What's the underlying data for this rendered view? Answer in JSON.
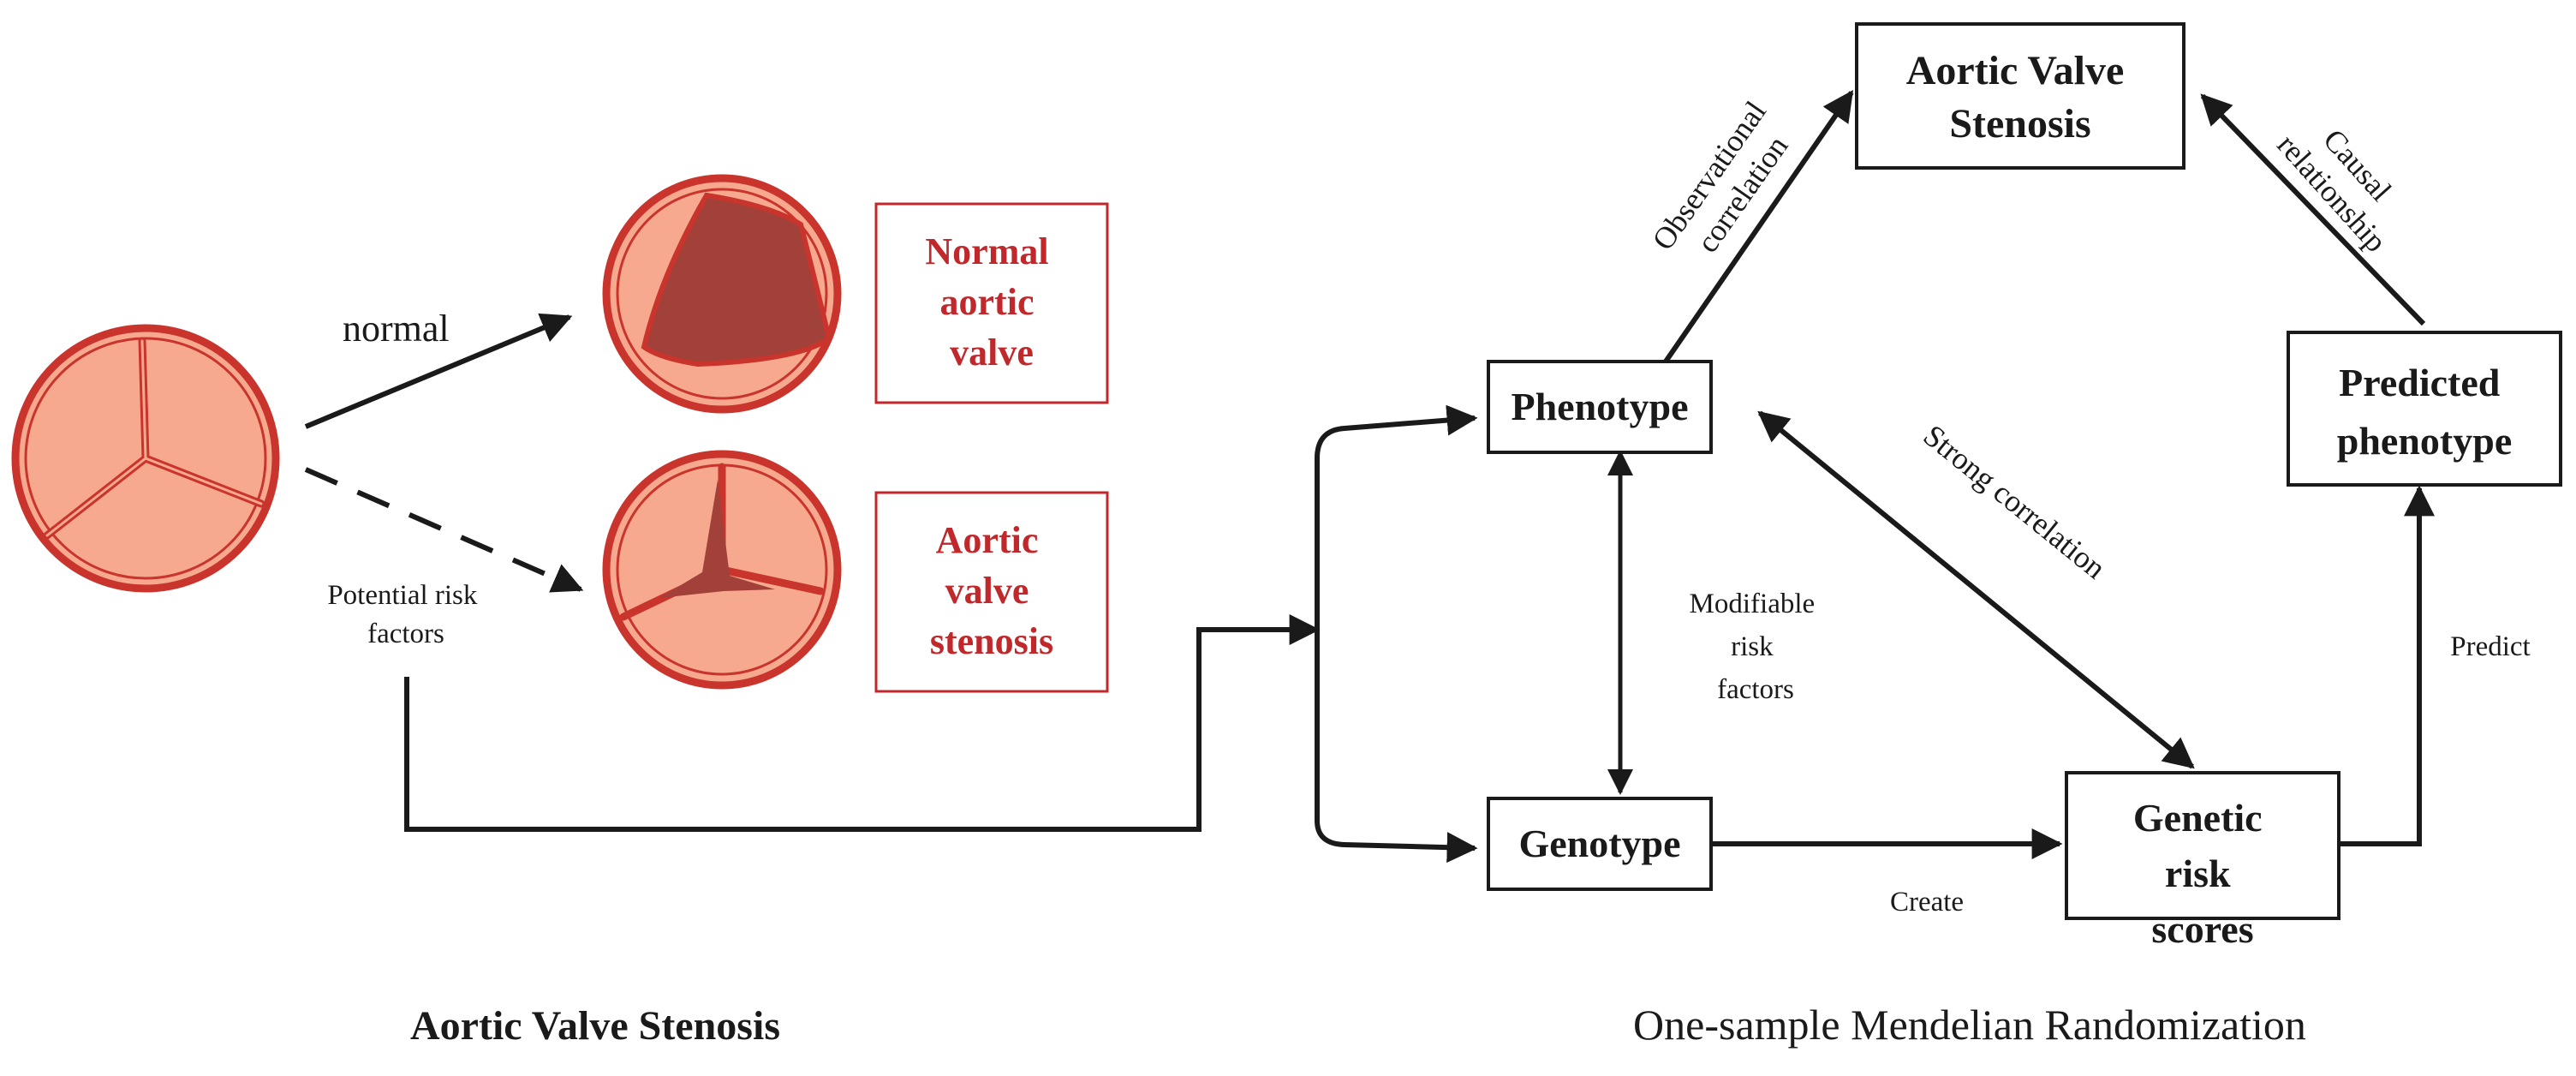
{
  "left": {
    "arrow_normal_label": "normal",
    "arrow_risk_label": [
      "Potential risk",
      "factors"
    ],
    "normal_box": [
      "Normal",
      "aortic",
      "valve"
    ],
    "stenosis_box": [
      "Aortic",
      "valve",
      "stenosis"
    ],
    "caption": "Aortic Valve Stenosis"
  },
  "right": {
    "aortic_valve_stenosis": [
      "Aortic Valve",
      "Stenosis"
    ],
    "phenotype": "Phenotype",
    "genotype": "Genotype",
    "predicted_phenotype": [
      "Predicted",
      "phenotype"
    ],
    "genetic_risk_scores": [
      "Genetic",
      "risk",
      "scores"
    ],
    "observational_correlation": [
      "Observational",
      "correlation"
    ],
    "causal_relationship": [
      "Causal",
      "relationship"
    ],
    "strong_correlation": "Strong correlation",
    "modifiable_risk_factors": [
      "Modifiable",
      "risk",
      "factors"
    ],
    "create": "Create",
    "predict": "Predict",
    "caption": "One-sample Mendelian Randomization"
  },
  "colors": {
    "valve_fill": "#f7a98f",
    "valve_rim": "#c9342d",
    "valve_dark": "#a2403a",
    "label_red": "#c0282b",
    "line": "#1a1a1a"
  }
}
